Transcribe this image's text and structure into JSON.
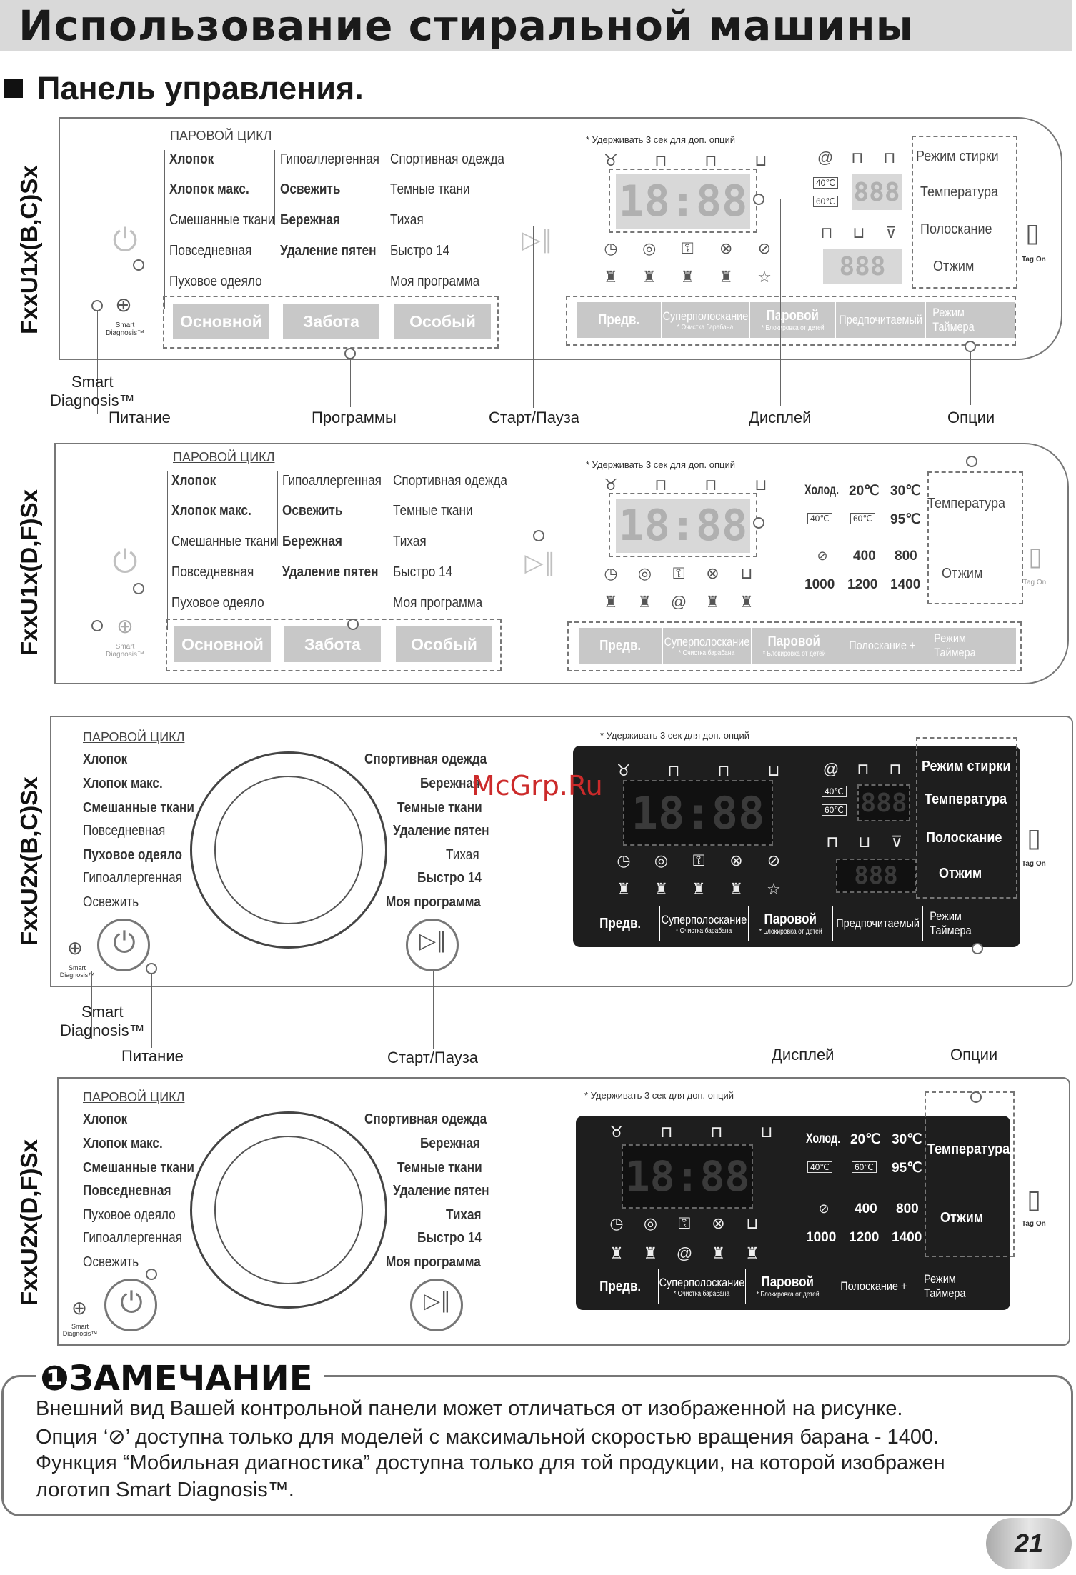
{
  "page_title": "Использование стиральной машины",
  "section_title": "Панель управления.",
  "steam_cycle": "ПАРОВОЙ ЦИКЛ",
  "hold_hint": "Удерживать 3 сек для доп. опций",
  "tag_on": "Tag On",
  "smart_diagnosis_small": "Smart Diagnosis™",
  "display_digits": "18:88",
  "display_digits2": "888",
  "models": [
    "FxxU1x(B,C)Sx",
    "FxxU1x(D,F)Sx",
    "FxxU2x(B,C)Sx",
    "FxxU2x(D,F)Sx"
  ],
  "programs": {
    "hotlok": "Хлопок",
    "hotlok_max": "Хлопок макс.",
    "mixed": "Смешанные ткани",
    "daily": "Повседневная",
    "duvet": "Пуховое одеяло",
    "hypo": "Гипоаллергенная",
    "refresh": "Освежить",
    "delicate": "Бережная",
    "stain": "Удаление пятен",
    "sport": "Спортивная одежда",
    "dark": "Темные ткани",
    "quiet": "Тихая",
    "quick14": "Быстро 14",
    "my": "Моя программа"
  },
  "course_buttons": [
    "Основной",
    "Забота",
    "Особый"
  ],
  "option_buttons_bc": [
    {
      "main": "Предв.",
      "sub": ""
    },
    {
      "main": "Суперполоскание",
      "sub": "* Очистка барабана"
    },
    {
      "main": "Паровой",
      "sub": "* Блокировка от детей"
    },
    {
      "main": "Предпочитаемый",
      "sub": ""
    },
    {
      "main": "Режим Таймера",
      "sub": ""
    }
  ],
  "option_buttons_df": [
    {
      "main": "Предв.",
      "sub": ""
    },
    {
      "main": "Суперполоскание",
      "sub": "* Очистка барабана"
    },
    {
      "main": "Паровой",
      "sub": "* Блокировка от детей"
    },
    {
      "main": "Полоскание +",
      "sub": ""
    },
    {
      "main": "Режим Таймера",
      "sub": ""
    }
  ],
  "option_labels_bc": [
    "Режим стирки",
    "Температура",
    "Полоскание",
    "Отжим"
  ],
  "option_labels_df": [
    "Температура",
    "Отжим"
  ],
  "temps": {
    "cold": "Холод.",
    "t20": "20℃",
    "t30": "30℃",
    "t40": "40℃",
    "t60": "60℃",
    "t95": "95℃"
  },
  "spins": [
    "400",
    "800",
    "1000",
    "1200",
    "1400"
  ],
  "callouts": {
    "smart": "Smart\nDiagnosis™",
    "power": "Питание",
    "programs": "Программы",
    "start": "Старт/Пауза",
    "display": "Дисплей",
    "options": "Опции"
  },
  "watermark": "McGrp.Ru",
  "note": {
    "title": "ЗАМЕЧАНИЕ",
    "line1": "Внешний вид Вашей контрольной панели может отличаться от изображенной на рисунке.",
    "line2": "Опция ‘⊘’ доступна только для моделей с максимальной скоростью вращения барана - 1400.",
    "line3": "Функция “Мобильная диагностика” доступна только для той продукции, на которой изображен",
    "line4": "логотип Smart Diagnosis™."
  },
  "page_number": "21"
}
